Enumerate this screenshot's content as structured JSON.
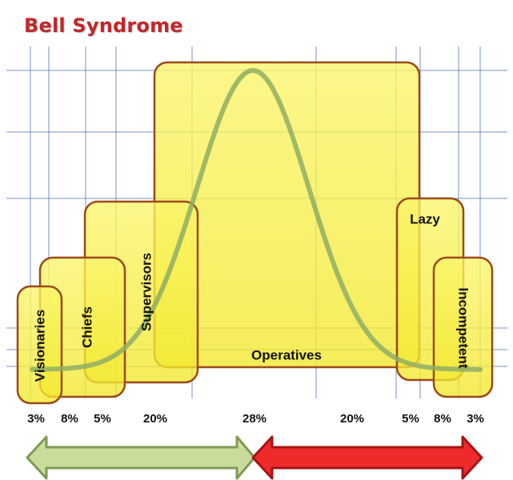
{
  "title": "Bell Syndrome",
  "groups": [
    {
      "key": "visionaries",
      "label": "Visionaries",
      "percent": "3%"
    },
    {
      "key": "chiefs",
      "label": "Chiefs",
      "percent": "8%"
    },
    {
      "key": "supervisors",
      "label": "Supervisors",
      "percent": "5%"
    },
    {
      "key": "supervisors-2",
      "label": "",
      "percent": "20%"
    },
    {
      "key": "operatives",
      "label": "Operatives",
      "percent": "28%"
    },
    {
      "key": "operatives-2",
      "label": "",
      "percent": "20%"
    },
    {
      "key": "lazy",
      "label": "Lazy",
      "percent": "5%"
    },
    {
      "key": "incompetent",
      "label": "Incompetent",
      "percent": "8%"
    },
    {
      "key": "incompetent-2",
      "label": "",
      "percent": "3%"
    }
  ],
  "colors": {
    "title": "#c0282b",
    "box_fill": "#f7ef3c",
    "box_stroke": "#9a4a1a",
    "curve": "#8fae63",
    "grid": "#4a6fb3",
    "arrow_left": "#c9dc9c",
    "arrow_left_stroke": "#7f9a52",
    "arrow_right": "#ee2a2a",
    "arrow_right_stroke": "#a31414"
  }
}
